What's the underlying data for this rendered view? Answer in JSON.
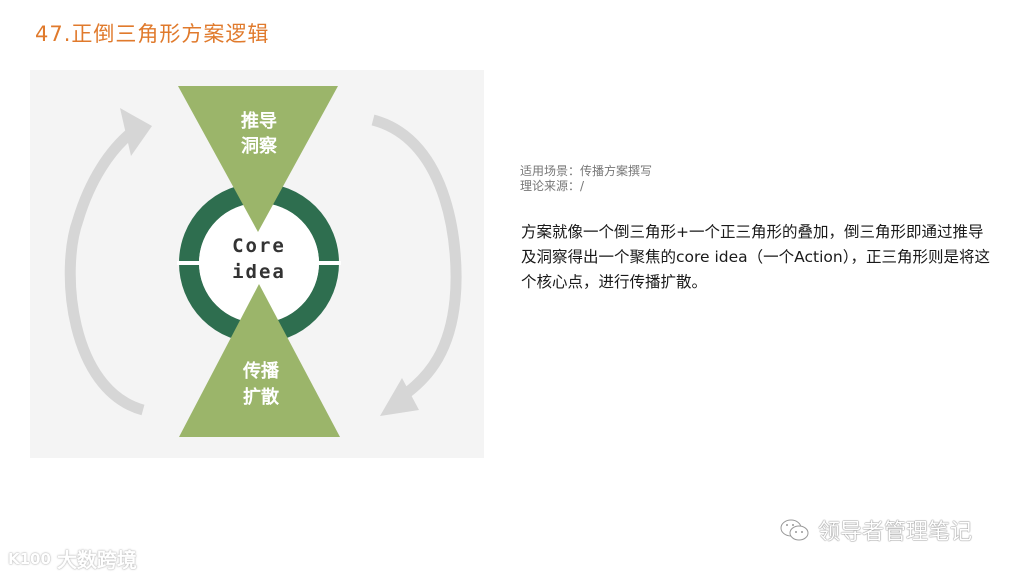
{
  "title": "47.正倒三角形方案逻辑",
  "diagram": {
    "top_triangle": {
      "line1": "推导",
      "line2": "洞察"
    },
    "center": {
      "line1": "Core",
      "line2": "idea"
    },
    "bottom_triangle": {
      "line1": "传播",
      "line2": "扩散"
    },
    "colors": {
      "triangle": "#9bb56a",
      "ring": "#2e6e4f",
      "arrow": "#d6d6d6",
      "panel": "#f4f4f4",
      "center_text": "#333333"
    }
  },
  "meta": {
    "scene": "适用场景：传播方案撰写",
    "source": "理论来源：/"
  },
  "description": "方案就像一个倒三角形+一个正三角形的叠加，倒三角形即通过推导及洞察得出一个聚焦的core idea（一个Action），正三角形则是将这个核心点，进行传播扩散。",
  "watermarks": {
    "left": "大数跨境",
    "left_logo": "K100",
    "right": "领导者管理笔记"
  }
}
